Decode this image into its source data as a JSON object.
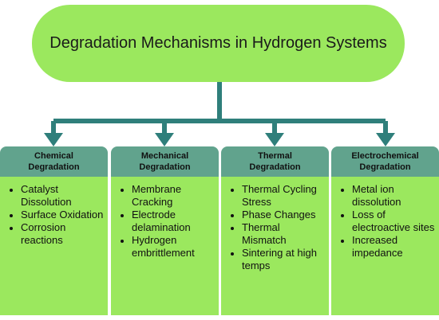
{
  "colors": {
    "accent_green": "#9be85e",
    "header_teal": "#61a38d",
    "connector": "#2f7f7b"
  },
  "root": {
    "title": "Degradation Mechanisms in Hydrogen Systems"
  },
  "categories": [
    {
      "title_line1": "Chemical",
      "title_line2": "Degradation",
      "items": [
        "Catalyst Dissolution",
        "Surface Oxidation",
        "Corrosion reactions"
      ]
    },
    {
      "title_line1": "Mechanical",
      "title_line2": "Degradation",
      "items": [
        "Membrane Cracking",
        "Electrode delamination",
        "Hydrogen embrittlement"
      ]
    },
    {
      "title_line1": "Thermal",
      "title_line2": "Degradation",
      "items": [
        "Thermal Cycling Stress",
        "Phase Changes",
        "Thermal Mismatch",
        "Sintering at high temps"
      ]
    },
    {
      "title_line1": "Electrochemical",
      "title_line2": "Degradation",
      "items": [
        "Metal ion dissolution",
        "Loss of electroactive sites",
        "Increased impedance"
      ]
    }
  ]
}
